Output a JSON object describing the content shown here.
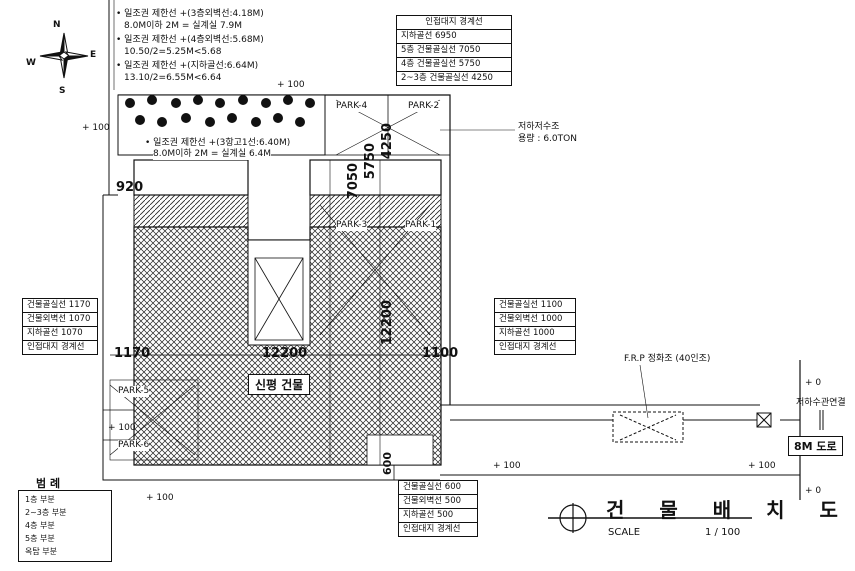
{
  "compass": {
    "n": "N",
    "s": "S",
    "e": "E",
    "w": "W"
  },
  "notes_top": [
    "• 일조권 제한선 +(3층외벽선:4.18M)",
    "8.0M이하 2M = 실계실 7.9M",
    "• 일조권 제한선 +(4층외벽선:5.68M)",
    "10.50/2=5.25M<5.68",
    "• 일조권 제한선 +(지하골선:6.64M)",
    "13.10/2=6.55M<6.64"
  ],
  "note_mid": [
    "• 일조권 제한선 +(3항고1선:6.40M)",
    "8.0M이하 2M = 실계실 6.4M"
  ],
  "level_marks": [
    "+ 100",
    "+ 100",
    "+ 100",
    "+ 100",
    "+ 100",
    "+ 0",
    "+ 0",
    "+ 100"
  ],
  "table_top": {
    "rows": [
      "인접대지 경계선",
      "지하골선 6950",
      "5층 건물골실선 7050",
      "4층 건물골실선 5750",
      "2~3층 건물골실선 4250"
    ]
  },
  "table_left": {
    "rows": [
      "건물골실선 1170",
      "건물외벽선 1070",
      "지하골선 1070",
      "인접대지 경계선"
    ]
  },
  "table_right": {
    "rows": [
      "건물골실선 1100",
      "건물외벽선 1000",
      "지하골선 1000",
      "인접대지 경계선"
    ]
  },
  "table_bottom": {
    "rows": [
      "건물골실선 600",
      "건물외벽선 500",
      "지하골선 500",
      "인접대지 경계선"
    ]
  },
  "tank_label": [
    "저하저수조",
    "용량 : 6.0TON"
  ],
  "dims": {
    "d920": "920",
    "d7050": "7050",
    "d5750": "5750",
    "d4250": "4250",
    "d12200h": "12200",
    "d12200v": "12200",
    "d1170": "1170",
    "d1100": "1100",
    "d600": "600"
  },
  "parks": {
    "p4": "PARK-4",
    "p2": "PARK-2",
    "p3": "PARK-3",
    "p1": "PARK-1",
    "p5": "PARK-5",
    "p6": "PARK-6"
  },
  "building_label": "신평 건물",
  "frp_label": "F.R.P 정화조 (40인조)",
  "sewer_label": "저하수관연결",
  "road_label": "8M 도로",
  "legend": {
    "title": "범 례",
    "rows": [
      "1층 부분",
      "2~3층 부분",
      "4층 부분",
      "5층 부분",
      "옥탑 부분"
    ]
  },
  "drawing_title": "건 물 배 치 도",
  "scale_label": "SCALE",
  "scale_value": "1 / 100"
}
